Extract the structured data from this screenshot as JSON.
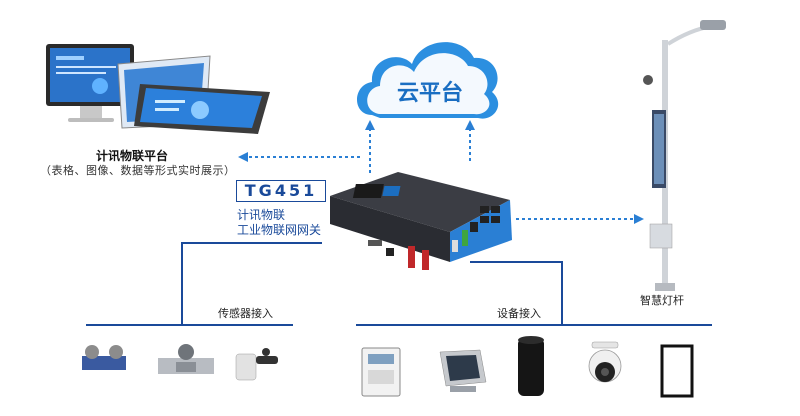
{
  "cloud": {
    "label": "云平台"
  },
  "platform": {
    "title": "计讯物联平台",
    "subtitle": "（表格、图像、数据等形式实时展示）"
  },
  "gateway": {
    "model": "TG451",
    "line1": "计讯物联",
    "line2": "工业物联网网关"
  },
  "sensors": {
    "label": "传感器接入"
  },
  "devices": {
    "label": "设备接入"
  },
  "streetlamp": {
    "label": "智慧灯杆"
  },
  "colors": {
    "accent": "#1a4a9a",
    "arrow": "#2a7fd4",
    "line": "#1a4a9a"
  }
}
